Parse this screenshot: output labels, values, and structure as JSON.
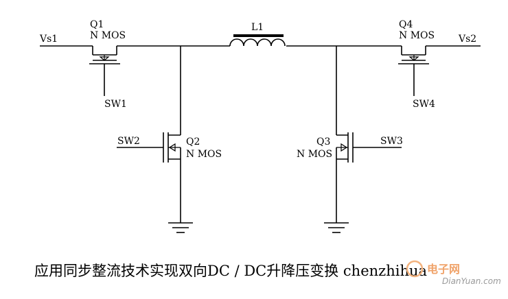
{
  "labels": {
    "vs1": "Vs1",
    "vs2": "Vs2",
    "inductor": "L1",
    "q1": {
      "name": "Q1",
      "type": "N MOS",
      "gate": "SW1"
    },
    "q2": {
      "name": "Q2",
      "type": "N MOS",
      "gate": "SW2"
    },
    "q3": {
      "name": "Q3",
      "type": "N MOS",
      "gate": "SW3"
    },
    "q4": {
      "name": "Q4",
      "type": "N MOS",
      "gate": "SW4"
    }
  },
  "caption": "应用同步整流技术实现双向DC / DC升降压变换 chenzhihua",
  "watermark": {
    "logo_text": "电子网",
    "site": "DianYuan.com",
    "logo_color": "#f0a36a"
  }
}
